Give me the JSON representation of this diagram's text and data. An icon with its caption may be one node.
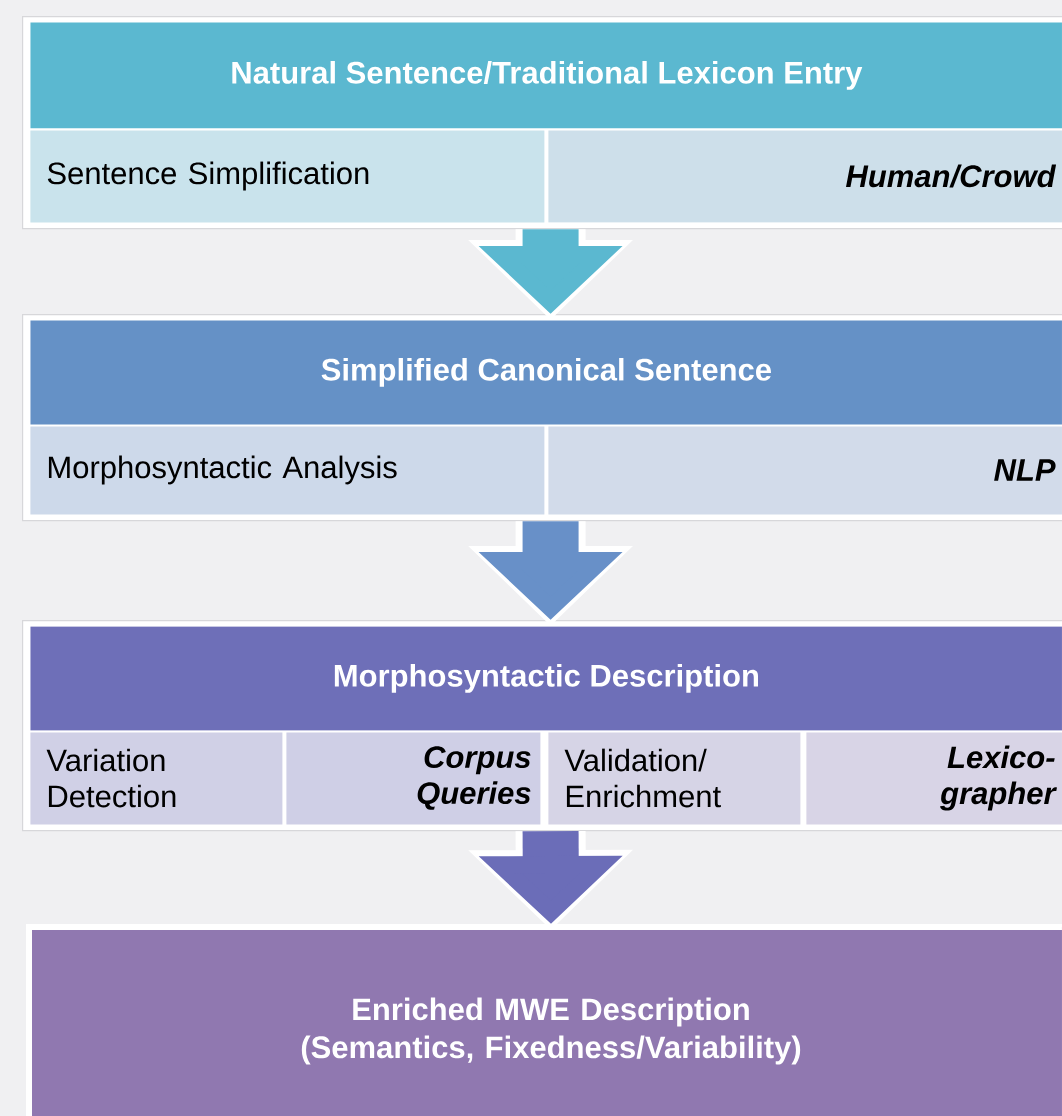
{
  "diagram": {
    "nodes": [
      {
        "text": [
          "Natural Sentence/Traditional Lexicon Entry"
        ]
      },
      {
        "text": [
          "Sentence Simplification"
        ],
        "in": 0
      },
      {
        "text": [
          "Human/Crowd"
        ],
        "in": 0
      },
      {
        "text": [
          "Simplified Canonical Sentence"
        ]
      },
      {
        "text": [
          "Morphosyntactic Analysis"
        ],
        "in": 3
      },
      {
        "text": [
          "NLP"
        ],
        "in": 3
      },
      {
        "text": [
          "Morphosyntactic Description"
        ]
      },
      {
        "text": [
          "Variation Detection"
        ],
        "in": 6
      },
      {
        "text": [
          "Corpus Queries"
        ],
        "in": 6
      },
      {
        "text": [
          "Validation/ Enrichment"
        ],
        "in": 6
      },
      {
        "text": [
          "Lexico- grapher"
        ],
        "in": 6
      },
      {
        "text": [
          "Enriched MWE Description (Semantics, Fixedness/Variability)"
        ]
      }
    ],
    "edges": [
      {
        "from": 0,
        "to": 3,
        "arrow": "to",
        "color": "#5bb8d0"
      },
      {
        "from": 3,
        "to": 6,
        "arrow": "to",
        "color": "#6890c8"
      },
      {
        "from": 6,
        "to": 11,
        "arrow": "to",
        "color": "#6b6db8"
      }
    ]
  }
}
